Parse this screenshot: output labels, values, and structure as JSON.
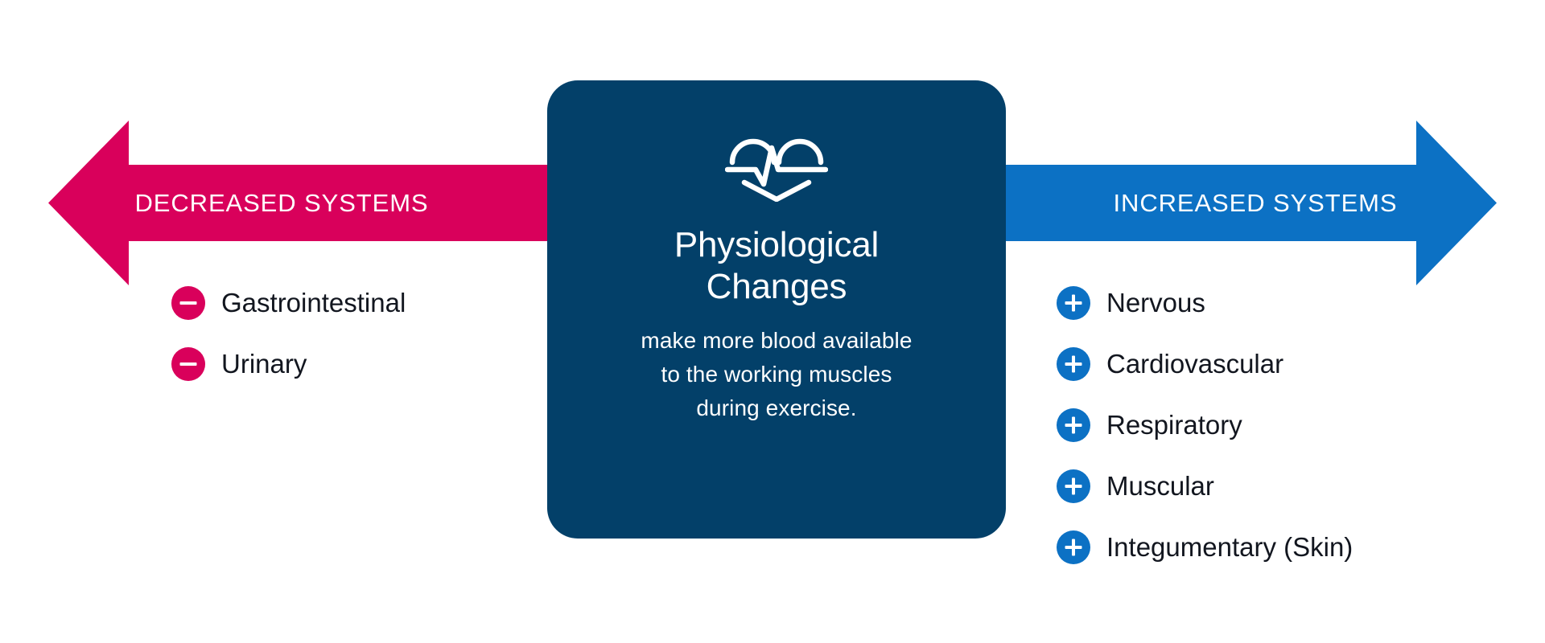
{
  "colors": {
    "background": "#ffffff",
    "decreased_accent": "#D9005B",
    "increased_accent": "#0C71C4",
    "card_background": "#034069",
    "label_text": "#12161f",
    "on_accent_text": "#ffffff"
  },
  "left_arrow": {
    "label": "DECREASED  SYSTEMS",
    "direction": "left",
    "color": "#D9005B"
  },
  "right_arrow": {
    "label": "INCREASED SYSTEMS",
    "direction": "right",
    "color": "#0C71C4"
  },
  "center_card": {
    "icon": "heart-ecg-icon",
    "title": "Physiological Changes",
    "title_line_1": "Physiological",
    "title_line_2": "Changes",
    "body": "make more blood available to the working muscles during exercise.",
    "body_line_1": "make more blood available",
    "body_line_2": "to the working muscles",
    "body_line_3": "during exercise."
  },
  "decreased_systems": {
    "badge_symbol": "−",
    "items": [
      {
        "label": "Gastrointestinal"
      },
      {
        "label": "Urinary"
      }
    ]
  },
  "increased_systems": {
    "badge_symbol": "+",
    "items": [
      {
        "label": "Nervous"
      },
      {
        "label": "Cardiovascular"
      },
      {
        "label": "Respiratory"
      },
      {
        "label": "Muscular"
      },
      {
        "label": "Integumentary (Skin)"
      }
    ]
  }
}
